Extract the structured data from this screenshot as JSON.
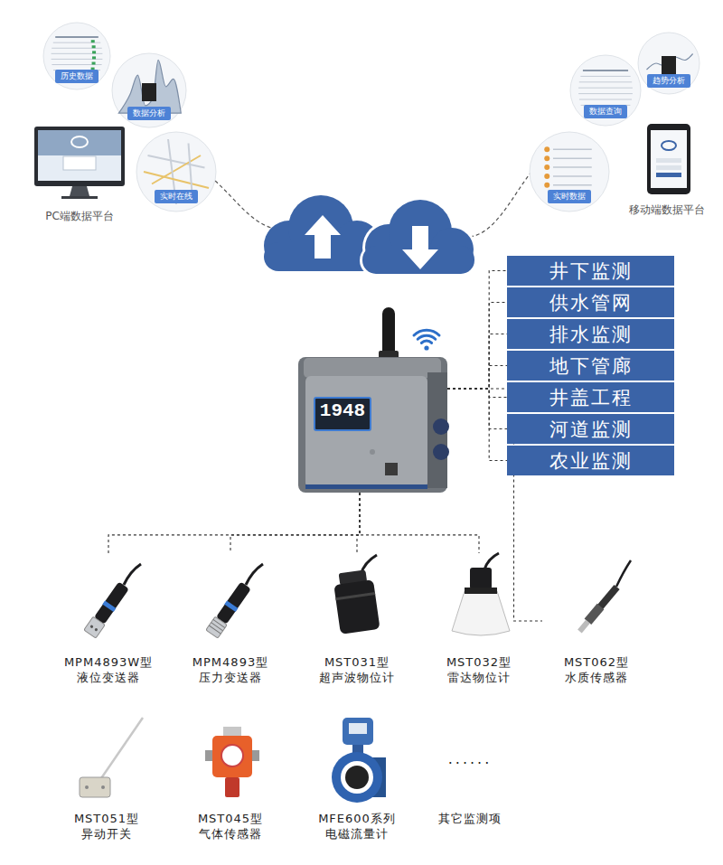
{
  "diagram": {
    "nodes": [
      {
        "text": [
          "历史数据"
        ]
      },
      {
        "text": [
          "数据分析"
        ]
      },
      {
        "text": [
          "实时在线"
        ]
      },
      {
        "text": [
          "PC端数据平台"
        ]
      },
      {
        "text": [
          "趋势分析"
        ]
      },
      {
        "text": [
          "数据查询"
        ]
      },
      {
        "text": [
          "实时数据"
        ]
      },
      {
        "text": [
          "移动端数据平台"
        ]
      },
      {
        "text": [
          "井下监测"
        ]
      },
      {
        "text": [
          "供水管网"
        ]
      },
      {
        "text": [
          "排水监测"
        ]
      },
      {
        "text": [
          "地下管廊"
        ]
      },
      {
        "text": [
          "井盖工程"
        ]
      },
      {
        "text": [
          "河道监测"
        ]
      },
      {
        "text": [
          "农业监测"
        ]
      },
      {
        "text": [
          "1948"
        ]
      },
      {
        "text": [
          "MPM4893W型 液位变送器"
        ]
      },
      {
        "text": [
          "MPM4893型 压力变送器"
        ]
      },
      {
        "text": [
          "MST031型 超声波物位计"
        ]
      },
      {
        "text": [
          "MST032型 雷达物位计"
        ]
      },
      {
        "text": [
          "MST062型 水质传感器"
        ]
      },
      {
        "text": [
          "MST051型 异动开关"
        ]
      },
      {
        "text": [
          "MST045型 气体传感器"
        ]
      },
      {
        "text": [
          "MFE600系列 电磁流量计"
        ]
      },
      {
        "text": [
          "......",
          "其它监测项"
        ]
      }
    ],
    "edges": [
      {
        "from": 15,
        "to": 8,
        "arrow": "none"
      },
      {
        "from": 15,
        "to": 9,
        "arrow": "none"
      },
      {
        "from": 15,
        "to": 10,
        "arrow": "none"
      },
      {
        "from": 15,
        "to": 11,
        "arrow": "none"
      },
      {
        "from": 15,
        "to": 12,
        "arrow": "none"
      },
      {
        "from": 15,
        "to": 13,
        "arrow": "none"
      },
      {
        "from": 15,
        "to": 14,
        "arrow": "none"
      },
      {
        "from": 15,
        "to": 16,
        "arrow": "none"
      },
      {
        "from": 15,
        "to": 17,
        "arrow": "none"
      },
      {
        "from": 15,
        "to": 18,
        "arrow": "none"
      },
      {
        "from": 15,
        "to": 19,
        "arrow": "none"
      },
      {
        "from": 15,
        "to": 20,
        "arrow": "none"
      }
    ]
  }
}
